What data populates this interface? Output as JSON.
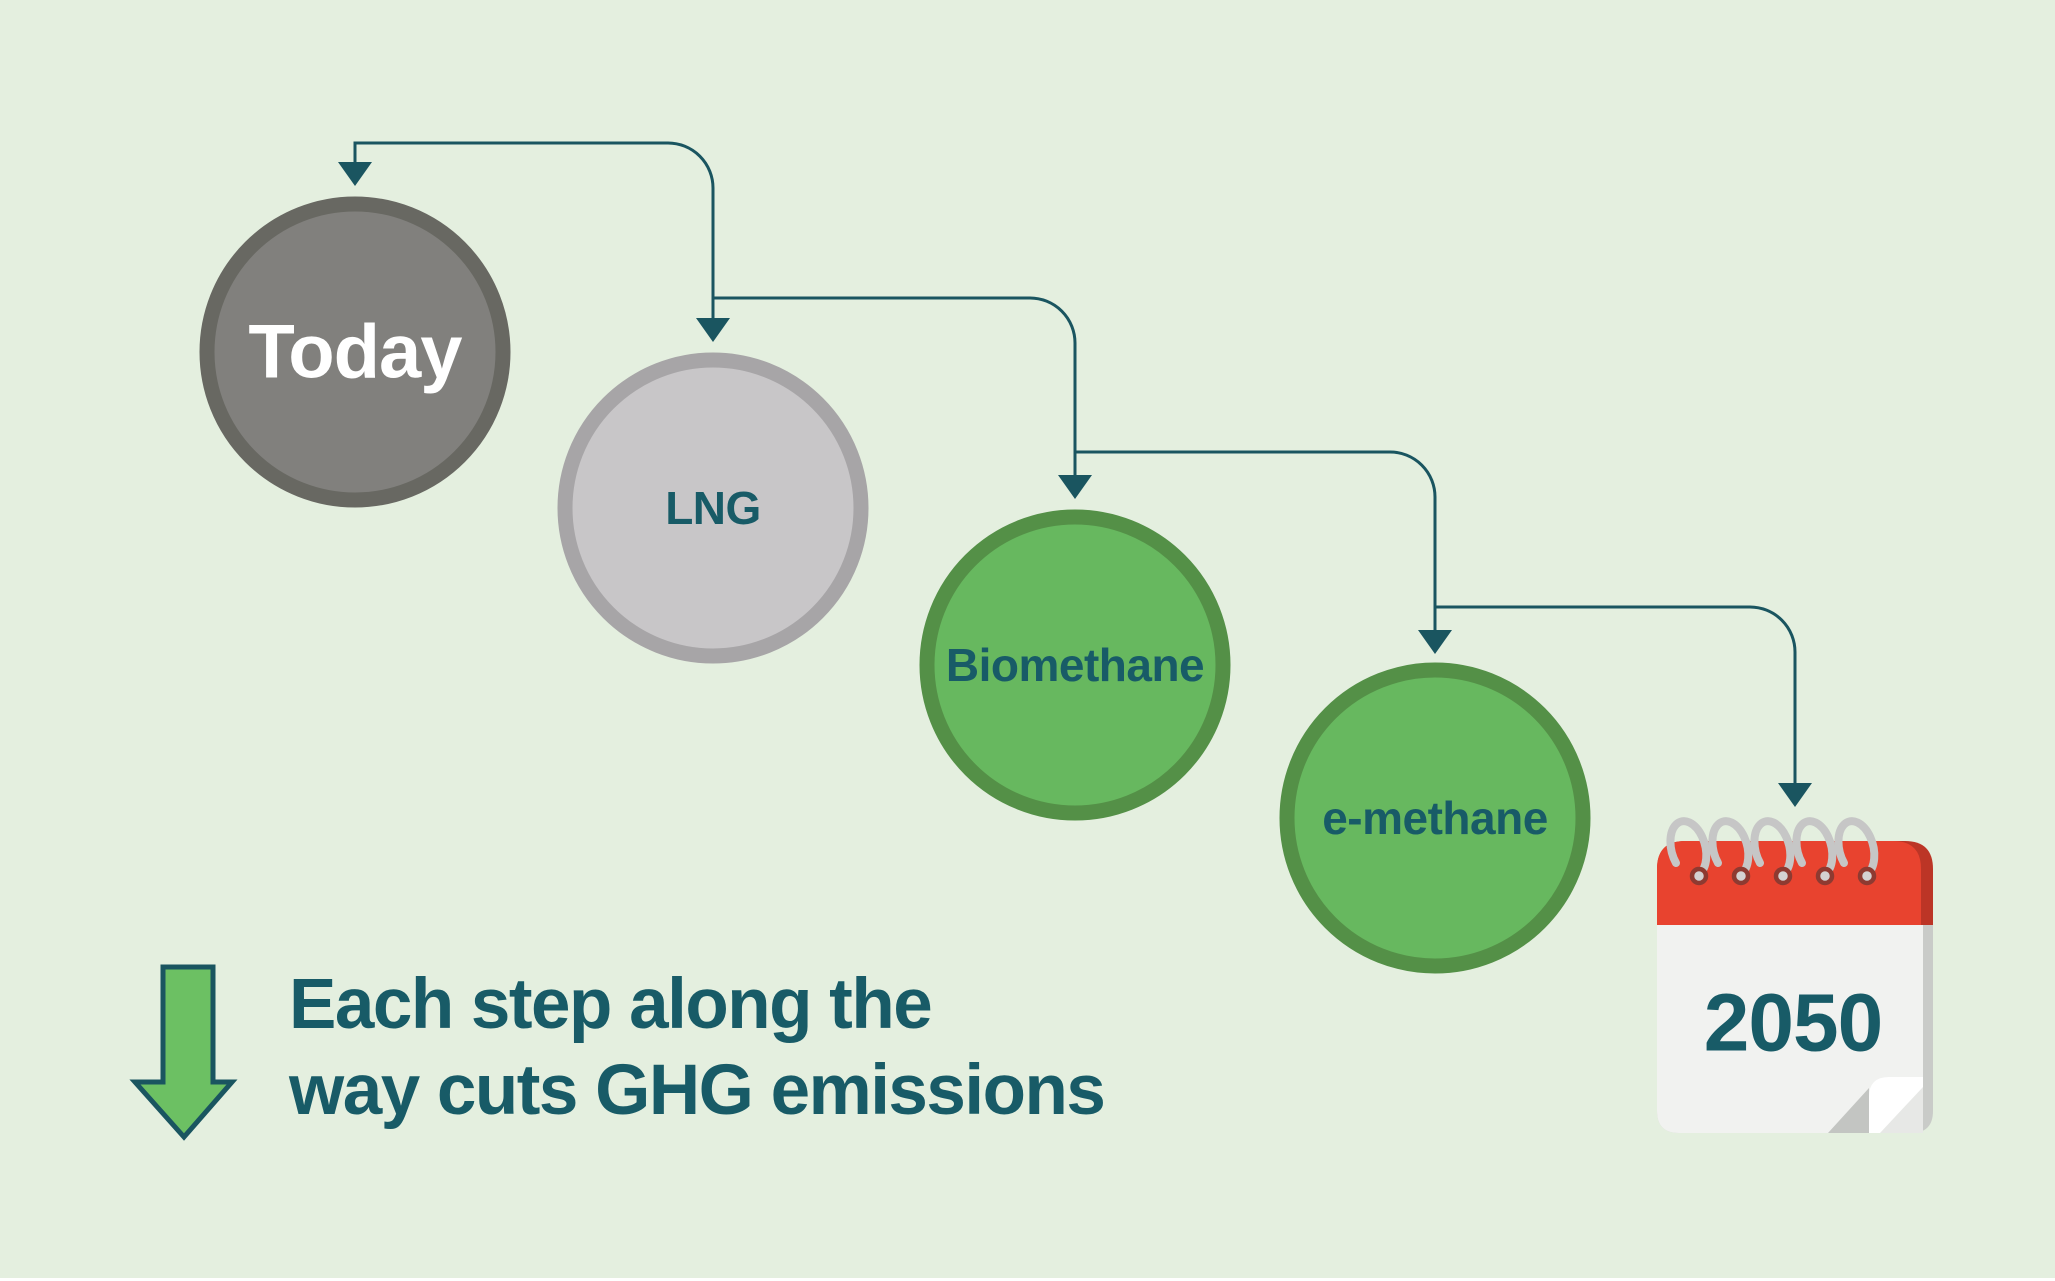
{
  "colors": {
    "background": "#e4efdf",
    "connector": "#1a5560",
    "teal_text": "#185b67",
    "edge_strip": "#ffffff"
  },
  "flow": {
    "steps": [
      {
        "label": "Today",
        "fill": "#81807d",
        "border": "#686862",
        "label_color": "#ffffff"
      },
      {
        "label": "LNG",
        "fill": "#c8c6c8",
        "border": "#a7a5a7",
        "label_color": "#185b67"
      },
      {
        "label": "Biomethane",
        "fill": "#67b85f",
        "border": "#549047",
        "label_color": "#185b67"
      },
      {
        "label": "e-methane",
        "fill": "#67b85f",
        "border": "#549047",
        "label_color": "#185b67"
      }
    ],
    "calendar": {
      "icon": "calendar-icon",
      "year": "2050",
      "year_color": "#185b67",
      "header_color": "#e8432f",
      "header_shade": "#bc3526",
      "body_color": "#f1f2f0",
      "body_shade": "#c9cbc8",
      "ring_color": "#c6c6c6",
      "ring_hole_stroke": "#8e3a31",
      "ring_hole_fill": "#d4d2d2",
      "fold_shadow": "#c3c5c2",
      "fold_flap": "#ffffff",
      "fold_crease": "#e7e8e6"
    }
  },
  "caption": {
    "line1": "Each step along the",
    "line2": "way cuts GHG emissions",
    "arrow_icon": "down-arrow-icon",
    "arrow_fill": "#6cc063",
    "arrow_stroke": "#1a5560"
  }
}
